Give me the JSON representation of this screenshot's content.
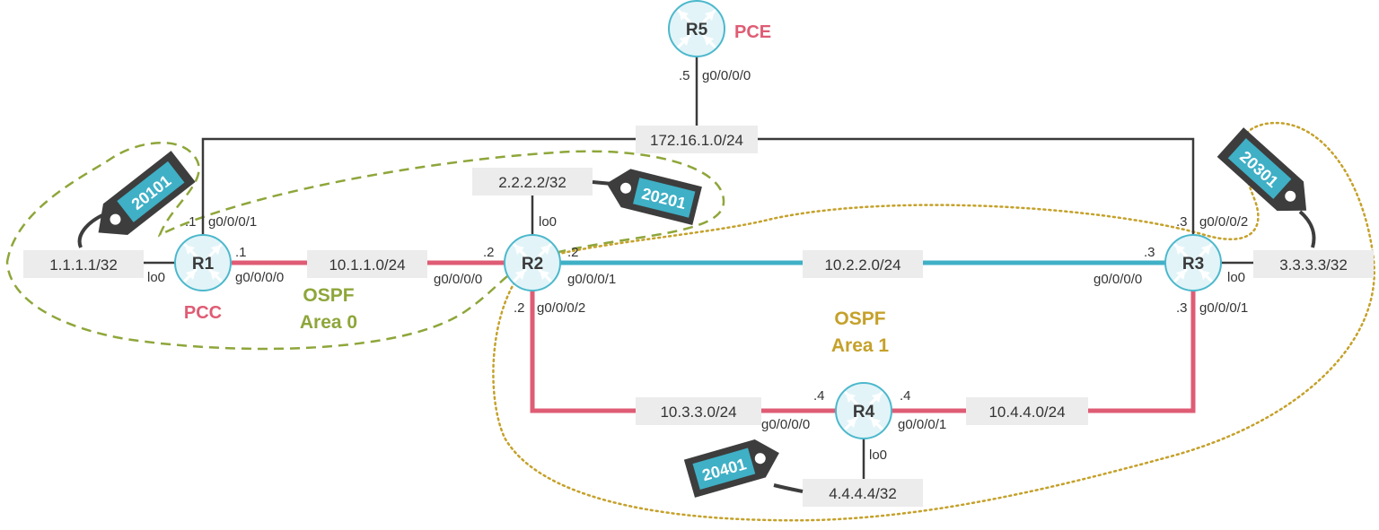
{
  "colors": {
    "plain_link": "#3a3a3a",
    "pink_link": "#df5c74",
    "blue_link": "#3fb0c6",
    "router_fill": "#e2f4f8",
    "router_stroke": "#4cb8cc",
    "label_box": "#ececec",
    "area0": "#8ea63a",
    "area1": "#c5a12a",
    "role": "#df5c74",
    "tag_body": "#3d3d3d",
    "tag_band": "#3fb0c6"
  },
  "routers": {
    "r1": {
      "name": "R1",
      "role": "PCC"
    },
    "r2": {
      "name": "R2"
    },
    "r3": {
      "name": "R3"
    },
    "r4": {
      "name": "R4"
    },
    "r5": {
      "name": "R5",
      "role": "PCE"
    }
  },
  "subnets": {
    "mgmt": "172.16.1.0/24",
    "r1_r2": "10.1.1.0/24",
    "r2_r3": "10.2.2.0/24",
    "r2_r4": "10.3.3.0/24",
    "r4_r3": "10.4.4.0/24"
  },
  "loopbacks": {
    "r1": "1.1.1.1/32",
    "r2": "2.2.2.2/32",
    "r3": "3.3.3.3/32",
    "r4": "4.4.4.4/32"
  },
  "interfaces": {
    "r1_lo0": "lo0",
    "r1_g1": "g0/0/0/1",
    "r1_g0": "g0/0/0/0",
    "r2_lo0": "lo0",
    "r2_g0": "g0/0/0/0",
    "r2_g1": "g0/0/0/1",
    "r2_g2": "g0/0/0/2",
    "r3_lo0": "lo0",
    "r3_g2": "g0/0/0/2",
    "r3_g0": "g0/0/0/0",
    "r3_g1": "g0/0/0/1",
    "r4_lo0": "lo0",
    "r4_g0": "g0/0/0/0",
    "r4_g1": "g0/0/0/1",
    "r5_g0": "g0/0/0/0"
  },
  "host_addresses": {
    "r5_mgmt": ".5",
    "r1_mgmt": ".1",
    "r1_r2": ".1",
    "r2_r1": ".2",
    "r2_r3": ".2",
    "r2_r4": ".2",
    "r3_mgmt": ".3",
    "r3_r2": ".3",
    "r3_r4": ".3",
    "r4_r2": ".4",
    "r4_r3": ".4"
  },
  "areas": {
    "area0": {
      "line1": "OSPF",
      "line2": "Area 0"
    },
    "area1": {
      "line1": "OSPF",
      "line2": "Area 1"
    }
  },
  "sid_tags": {
    "r1": "20101",
    "r2": "20201",
    "r3": "20301",
    "r4": "20401"
  }
}
